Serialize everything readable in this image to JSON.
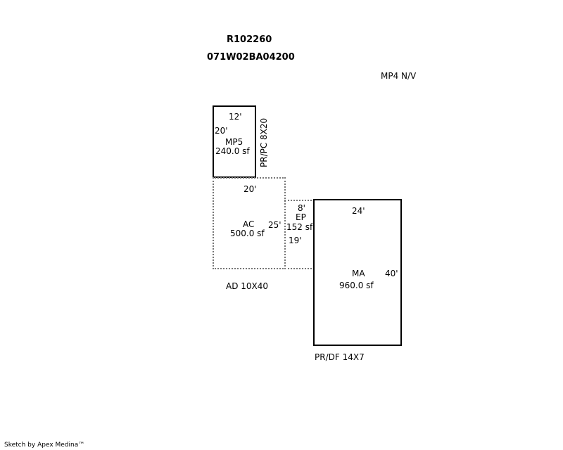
{
  "header": {
    "account": "R102260",
    "map_lot": "071W02BA04200"
  },
  "notes": {
    "mp4": "MP4 N/V",
    "ad": "AD 10X40",
    "prdf": "PR/DF 14X7",
    "prpc": "PR/PC 8X20"
  },
  "areas": {
    "mp5": {
      "code": "MP5",
      "area": "240.0 sf",
      "top_dim": "12'",
      "side_dim": "20'"
    },
    "ac": {
      "code": "AC",
      "area": "500.0 sf",
      "top_dim": "20'",
      "side_dim": "25'"
    },
    "ep": {
      "code": "EP",
      "area": "152 sf",
      "top_dim": "8'",
      "side_dim": "19'"
    },
    "ma": {
      "code": "MA",
      "area": "960.0 sf",
      "top_dim": "24'",
      "side_dim": "40'"
    }
  },
  "footer": {
    "credit": "Sketch by Apex Medina™"
  }
}
